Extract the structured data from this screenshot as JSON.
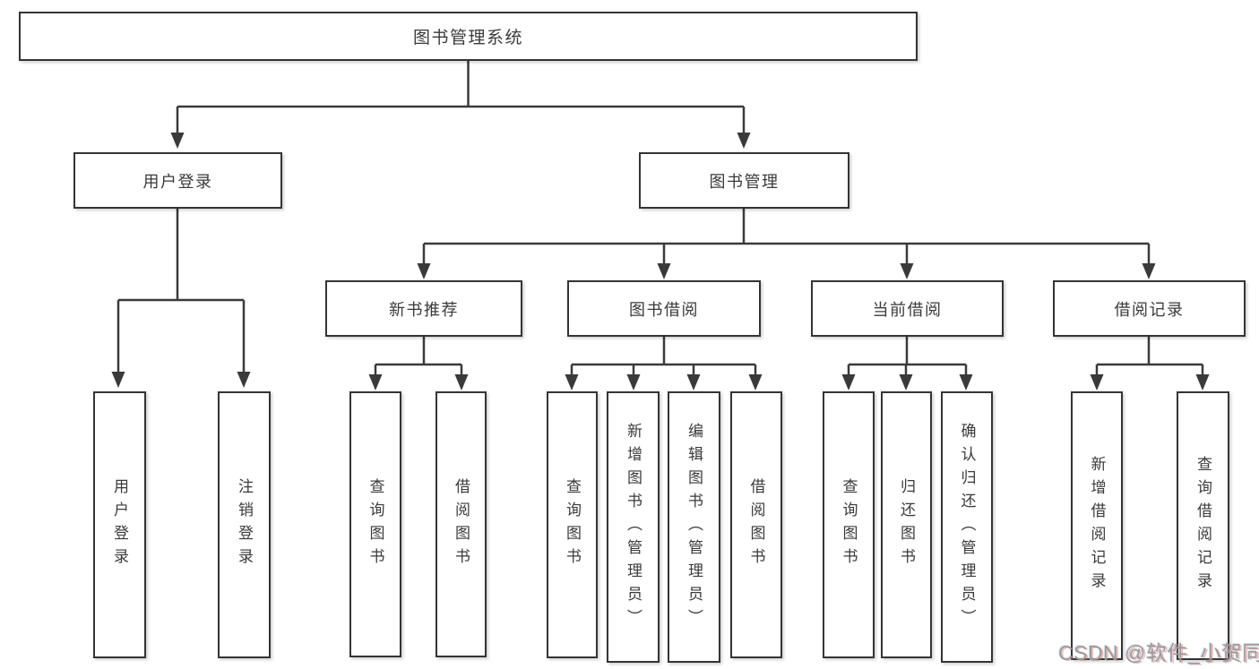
{
  "tree": {
    "root": {
      "label": "图书管理系统"
    },
    "branches": [
      {
        "label": "用户登录",
        "children": [
          {
            "label": "用户登录"
          },
          {
            "label": "注销登录"
          }
        ]
      },
      {
        "label": "图书管理",
        "children": [
          {
            "label": "新书推荐",
            "children": [
              {
                "label": "查询图书"
              },
              {
                "label": "借阅图书"
              }
            ]
          },
          {
            "label": "图书借阅",
            "children": [
              {
                "label": "查询图书"
              },
              {
                "label": "新增图书（管理员）"
              },
              {
                "label": "编辑图书（管理员）"
              },
              {
                "label": "借阅图书"
              }
            ]
          },
          {
            "label": "当前借阅",
            "children": [
              {
                "label": "查询图书"
              },
              {
                "label": "归还图书"
              },
              {
                "label": "确认归还（管理员）"
              }
            ]
          },
          {
            "label": "借阅记录",
            "children": [
              {
                "label": "新增借阅记录"
              },
              {
                "label": "查询借阅记录"
              }
            ]
          }
        ]
      }
    ]
  },
  "watermark": {
    "text": "CSDN @软件_小贺同学"
  },
  "colors": {
    "line": "#3a3a3a",
    "border": "#343434",
    "text": "#3a3a3a",
    "background": "#ffffff",
    "watermark": "#9a9a9a"
  }
}
